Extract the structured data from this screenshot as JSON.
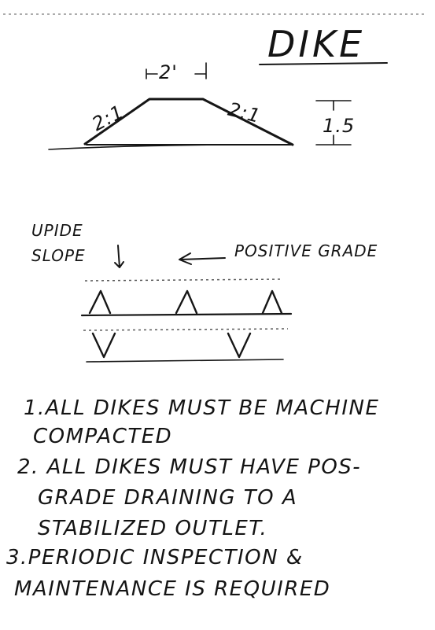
{
  "title": "DIKE",
  "cross_section": {
    "top_width": "2'",
    "left_slope": "2:1",
    "right_slope": "2:1",
    "height": "1.5"
  },
  "plan_view": {
    "upside_label_line1": "UPIDE",
    "upside_label_line2": "SLOPE",
    "grade_label": "POSITIVE GRADE"
  },
  "notes": [
    {
      "line1": "1.ALL DIKES MUST BE MACHINE",
      "line2": "COMPACTED"
    },
    {
      "line1": "2. ALL DIKES MUST HAVE POS-",
      "line2": "GRADE DRAINING TO A",
      "line3": "STABILIZED OUTLET."
    },
    {
      "line1": "3.PERIODIC INSPECTION &",
      "line2": "MAINTENANCE IS REQUIRED"
    }
  ]
}
